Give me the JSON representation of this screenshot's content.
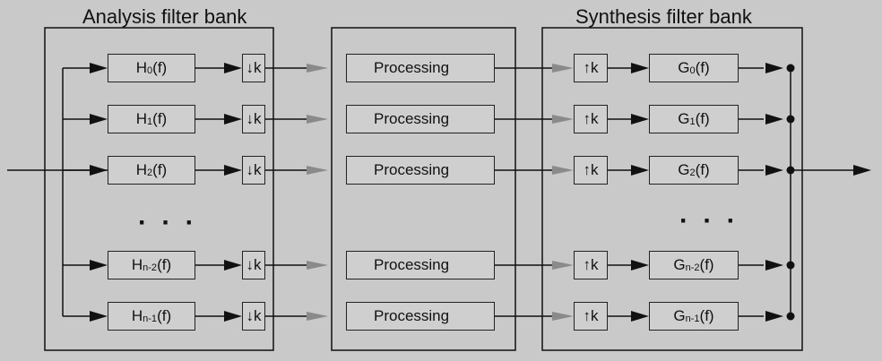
{
  "analysis_bank": {
    "title": "Analysis filter bank",
    "filters": [
      {
        "base": "H",
        "sub": "0",
        "suffix": "(f)"
      },
      {
        "base": "H",
        "sub": "1",
        "suffix": "(f)"
      },
      {
        "base": "H",
        "sub": "2",
        "suffix": "(f)"
      },
      {
        "base": "H",
        "sub": "n-2",
        "suffix": "(f)"
      },
      {
        "base": "H",
        "sub": "n-1",
        "suffix": "(f)"
      }
    ],
    "downsampler_label": "↓k",
    "ellipsis": "· · ·"
  },
  "processing": {
    "label": "Processing",
    "count": 5
  },
  "synthesis_bank": {
    "title": "Synthesis filter bank",
    "filters": [
      {
        "base": "G",
        "sub": "0",
        "suffix": "(f)"
      },
      {
        "base": "G",
        "sub": "1",
        "suffix": "(f)"
      },
      {
        "base": "G",
        "sub": "2",
        "suffix": "(f)"
      },
      {
        "base": "G",
        "sub": "n-2",
        "suffix": "(f)"
      },
      {
        "base": "G",
        "sub": "n-1",
        "suffix": "(f)"
      }
    ],
    "upsampler_label": "↑k",
    "ellipsis": "· · ·"
  },
  "colors": {
    "line": "#111111",
    "shaded_arrow": "#8a8a8a",
    "background": "#c9c9c9"
  }
}
